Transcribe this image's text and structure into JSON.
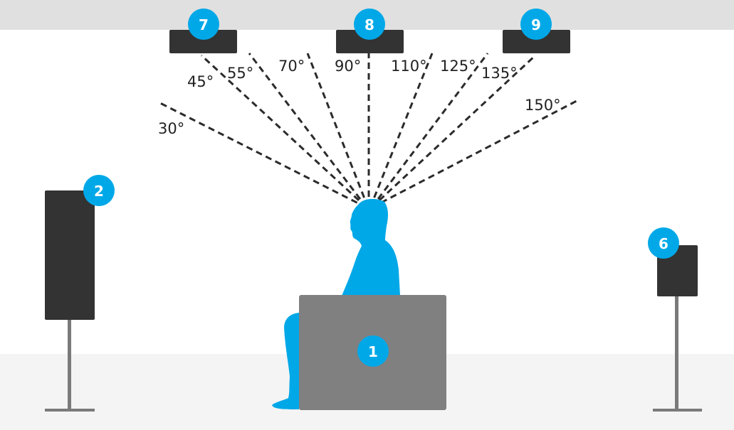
{
  "diagram": {
    "badges": {
      "listener_seat": "1",
      "front_left_speaker": "2",
      "surround_speaker": "6",
      "ceiling_left": "7",
      "ceiling_center": "8",
      "ceiling_right": "9"
    },
    "angles": [
      "30°",
      "45°",
      "55°",
      "70°",
      "90°",
      "110°",
      "125°",
      "135°",
      "150°"
    ],
    "colors": {
      "accent": "#00a8e8",
      "speaker": "#333333",
      "chair": "#808080",
      "ceiling": "#e0e0e0",
      "floor": "#f4f4f4"
    }
  }
}
